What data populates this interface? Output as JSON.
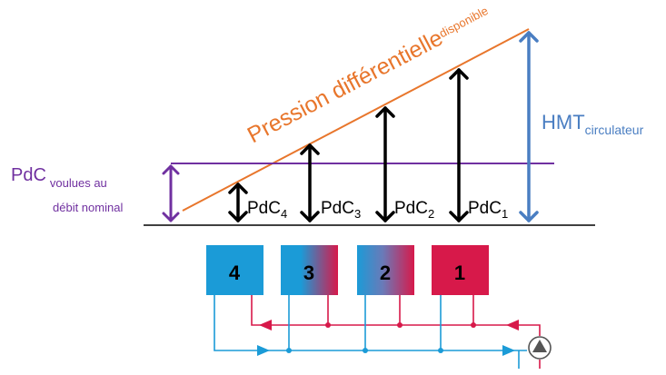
{
  "labels": {
    "pression_main": "Pression différentielle",
    "pression_sub": "disponible",
    "hmt_main": "HMT",
    "hmt_sub": "circulateur",
    "pdc_main": "PdC",
    "pdc_sub_line1": "voulues au",
    "pdc_sub_line2": "débit nominal",
    "pdc_prefix": "PdC",
    "pdc4_sub": "4",
    "pdc3_sub": "3",
    "pdc2_sub": "2",
    "pdc1_sub": "1"
  },
  "emitters": {
    "box4": "4",
    "box3": "3",
    "box2": "2",
    "box1": "1"
  },
  "colors": {
    "orange": "#E8762C",
    "purple": "#7030A0",
    "blue": "#4A7EC2",
    "black": "#000000",
    "cold": "#1B9BD7",
    "hot": "#D7194A",
    "pump_border": "#555555"
  },
  "icons": {
    "pump": "circulator-pump-icon"
  }
}
